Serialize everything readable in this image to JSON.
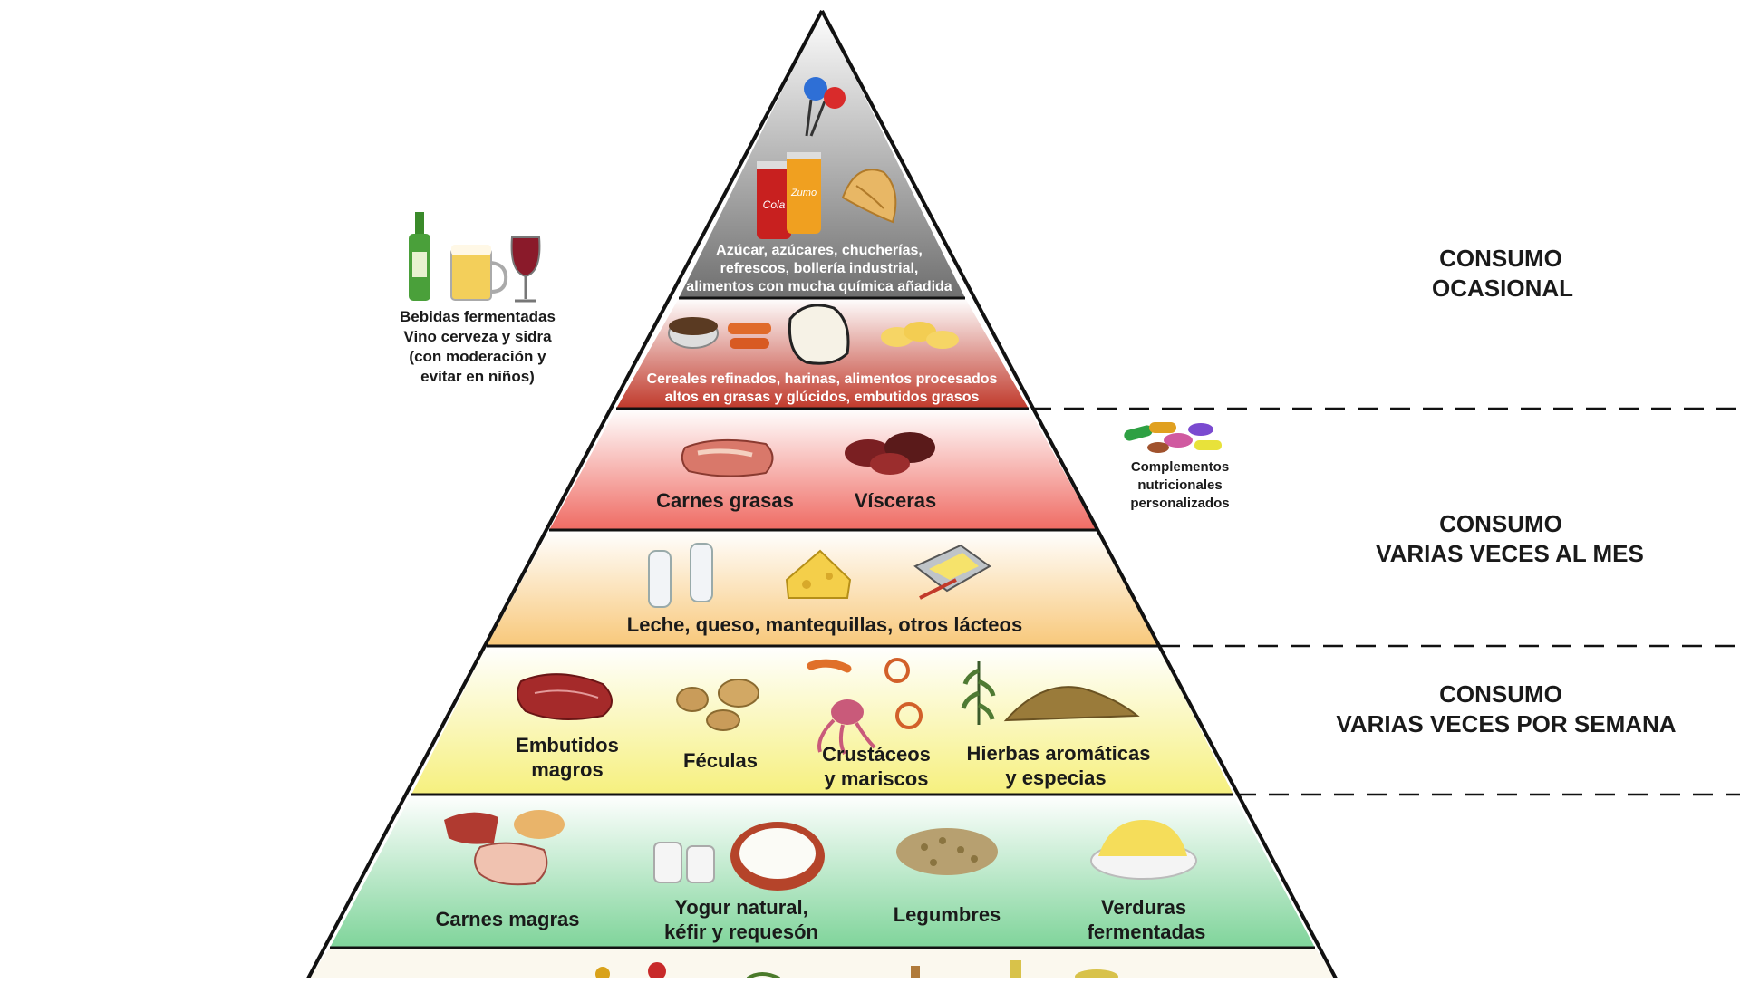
{
  "colors": {
    "tier_sugar": "#6f6f6f",
    "tier_refined": "#c0392b",
    "tier_fatty_meat": "#ef6b63",
    "tier_dairy": "#f8c87a",
    "tier_weekly": "#f6f07e",
    "tier_daily": "#7fd49a",
    "outline": "#111111"
  },
  "pyramid": {
    "tier1": {
      "text_line1": "Azúcar, azúcares, chucherías,",
      "text_line2": "refrescos, bollería industrial,",
      "text_line3": "alimentos con mucha química añadida",
      "can_label": "Cola",
      "can2_label": "Zumo",
      "icons": [
        "lollipop-icon",
        "soda-can-icon",
        "croissant-icon"
      ]
    },
    "tier2": {
      "text_line1": "Cereales refinados, harinas, alimentos procesados",
      "text_line2": "altos en grasas y glúcidos, embutidos grasos",
      "icons": [
        "cereal-bowl-icon",
        "sausage-icon",
        "flour-sack-icon",
        "chips-icon"
      ]
    },
    "tier3": {
      "items": [
        {
          "label": "Carnes grasas",
          "icon": "fatty-meat-icon"
        },
        {
          "label": "Vísceras",
          "icon": "offal-icon"
        }
      ]
    },
    "tier4": {
      "text": "Leche, queso, mantequillas, otros lácteos",
      "icons": [
        "milk-bottle-icon",
        "cheese-icon",
        "butter-icon"
      ]
    },
    "tier5": {
      "items": [
        {
          "line1": "Embutidos",
          "line2": "magros",
          "icon": "lean-sausage-icon"
        },
        {
          "line1": "Féculas",
          "line2": "",
          "icon": "potato-icon"
        },
        {
          "line1": "Crustáceos",
          "line2": "y mariscos",
          "icon": "seafood-icon"
        },
        {
          "line1": "Hierbas aromáticas",
          "line2": "y especias",
          "icon": "herbs-spices-icon"
        }
      ]
    },
    "tier6": {
      "items": [
        {
          "line1": "Carnes magras",
          "line2": "",
          "icon": "lean-meat-icon"
        },
        {
          "line1": "Yogur natural,",
          "line2": "kéfir y requesón",
          "icon": "yogurt-icon"
        },
        {
          "line1": "Legumbres",
          "line2": "",
          "icon": "legumes-icon"
        },
        {
          "line1": "Verduras",
          "line2": "fermentadas",
          "icon": "fermented-vegetables-icon"
        }
      ]
    }
  },
  "side_left": {
    "line1": "Bebidas fermentadas",
    "line2": "Vino cerveza y sidra",
    "line3": "(con moderación y",
    "line4": "evitar en niños)",
    "icons": [
      "bottle-icon",
      "beer-mug-icon",
      "wine-glass-icon"
    ]
  },
  "side_right": {
    "line1": "Complementos",
    "line2": "nutricionales",
    "line3": "personalizados",
    "icon": "pills-icon"
  },
  "consumo": [
    {
      "line1": "CONSUMO",
      "line2": "OCASIONAL"
    },
    {
      "line1": "CONSUMO",
      "line2": "VARIAS VECES AL MES"
    },
    {
      "line1": "CONSUMO",
      "line2": "VARIAS VECES POR SEMANA"
    }
  ]
}
